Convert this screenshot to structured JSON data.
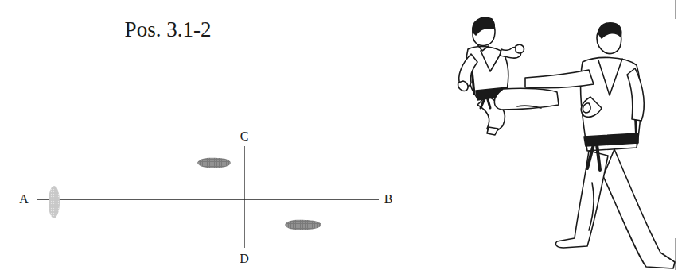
{
  "diagram": {
    "title": "Pos. 3.1-2",
    "labels": [
      "A",
      "B",
      "C",
      "D"
    ]
  }
}
